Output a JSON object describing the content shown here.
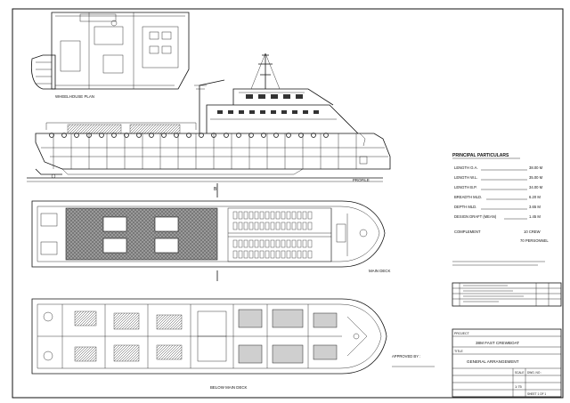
{
  "views": {
    "wheelhouse_plan": "WHEELHOUSE PLAN",
    "profile": "PROFILE",
    "main_deck": "MAIN DECK",
    "below_main_deck": "BELOW MAIN DECK"
  },
  "particulars": {
    "heading": "PRINCIPAL PARTICULARS",
    "rows": [
      {
        "label": "LENGTH O.A.",
        "value": "38.00 M"
      },
      {
        "label": "LENGTH W.L.",
        "value": "35.00 M"
      },
      {
        "label": "LENGTH B.P.",
        "value": "34.00 M"
      },
      {
        "label": "BREADTH MLD.",
        "value": "6.20 M"
      },
      {
        "label": "DEPTH MLD.",
        "value": "3.65 M"
      },
      {
        "label": "DESIGN DRAFT (MEAN)",
        "value": "1.45 M"
      }
    ],
    "complement_label": "COMPLEMENT",
    "complement_crew": "10 CREW",
    "complement_personnel": "70 PERSONNEL"
  },
  "title_block": {
    "project_label": "PROJECT",
    "project": "38M FAST CREWBOAT",
    "title_label": "TITLE",
    "title": "GENERAL ARRANGEMENT",
    "approved": "APPROVED BY :",
    "scale_label": "SCALE",
    "scale": "1:75",
    "dwg_label": "DWG. NO :",
    "sheet": "SHEET 1 OF 1"
  }
}
